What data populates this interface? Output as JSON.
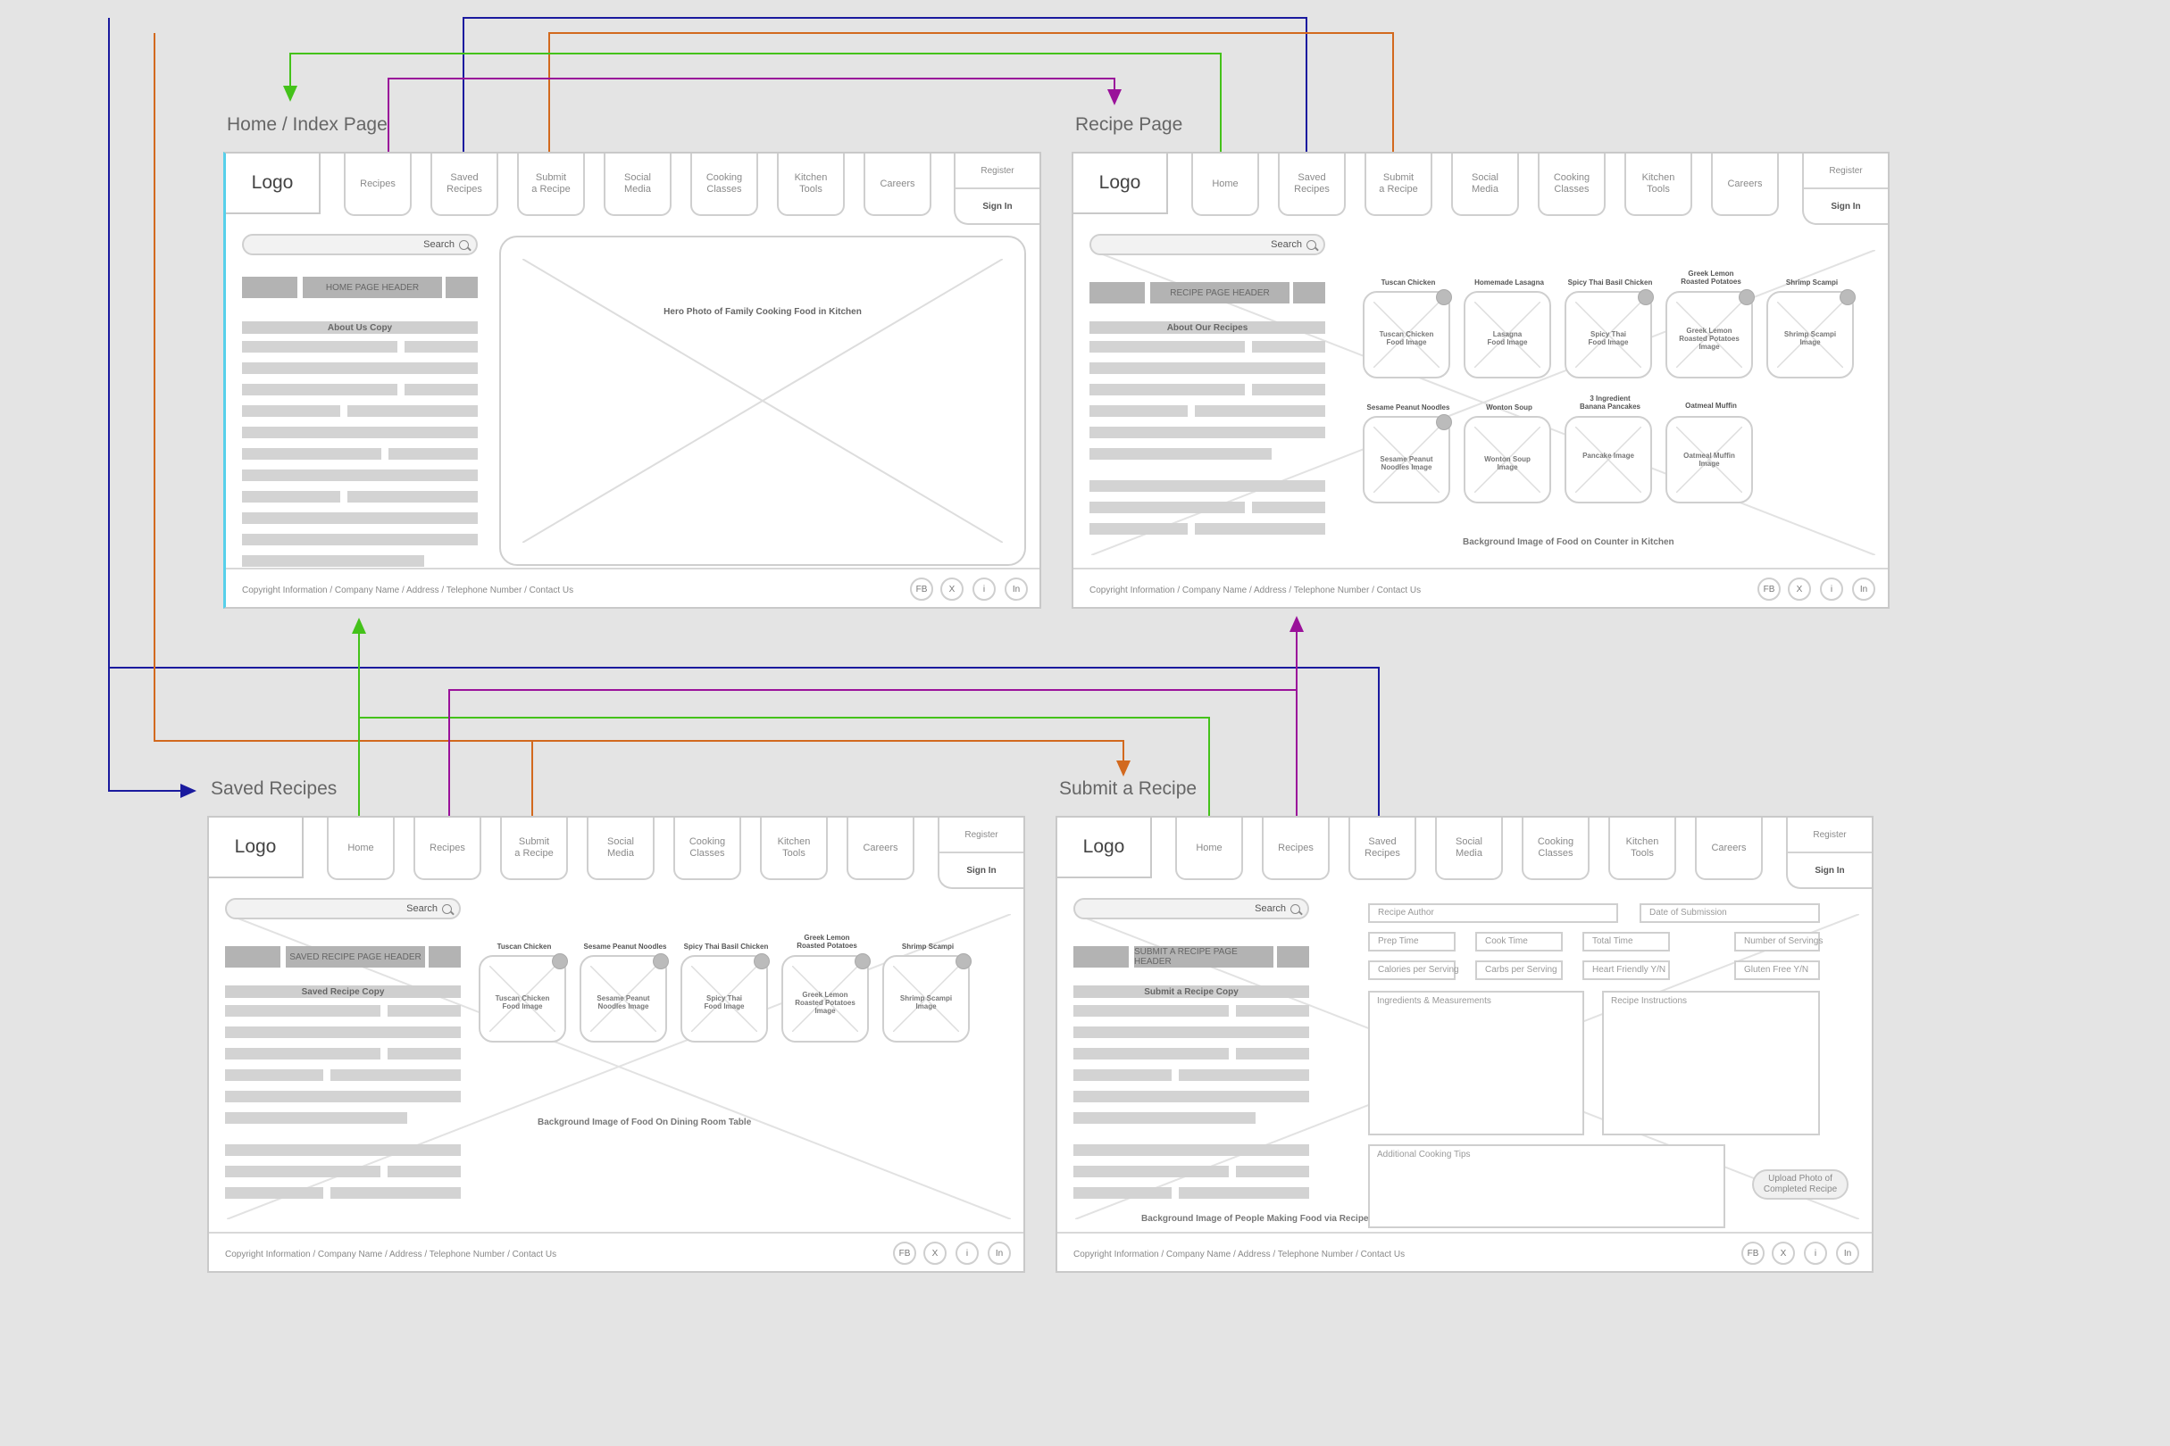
{
  "nav_common": {
    "logo": "Logo",
    "items": {
      "home": "Home",
      "recipes": "Recipes",
      "saved": "Saved\nRecipes",
      "submit": "Submit\na Recipe",
      "social": "Social\nMedia",
      "cooking": "Cooking\nClasses",
      "kitchen": "Kitchen\nTools",
      "careers": "Careers"
    },
    "register": "Register",
    "sign_in": "Sign In",
    "search": "Search"
  },
  "footer": {
    "text": "Copyright Information   /   Company Name   /   Address   /   Telephone Number   /   Contact Us",
    "social": [
      "FB",
      "X",
      "i",
      "In"
    ]
  },
  "pages": {
    "home": {
      "title": "Home / Index Page",
      "header": "HOME PAGE HEADER",
      "copy": "About Us Copy",
      "hero": "Hero Photo of Family Cooking Food in Kitchen"
    },
    "recipe": {
      "title": "Recipe Page",
      "header": "RECIPE PAGE HEADER",
      "copy": "About Our Recipes",
      "background": "Background Image of Food on Counter in Kitchen",
      "cards": [
        {
          "title": "Tuscan Chicken",
          "img": "Tuscan Chicken\nFood Image"
        },
        {
          "title": "Homemade Lasagna",
          "img": "Lasagna\nFood Image"
        },
        {
          "title": "Spicy Thai Basil Chicken",
          "img": "Spicy Thai\nFood Image"
        },
        {
          "title": "Greek Lemon\nRoasted Potatoes",
          "img": "Greek Lemon\nRoasted Potatoes\nImage"
        },
        {
          "title": "Shrimp Scampi",
          "img": "Shrimp Scampi\nImage"
        },
        {
          "title": "Sesame Peanut Noodles",
          "img": "Sesame Peanut\nNoodles Image"
        },
        {
          "title": "Wonton Soup",
          "img": "Wonton Soup\nImage"
        },
        {
          "title": "3 Ingredient\nBanana Pancakes",
          "img": "Pancake Image"
        },
        {
          "title": "Oatmeal Muffin",
          "img": "Oatmeal Muffin\nImage"
        }
      ]
    },
    "saved": {
      "title": "Saved Recipes",
      "header": "SAVED RECIPE PAGE HEADER",
      "copy": "Saved Recipe Copy",
      "background": "Background Image of Food On Dining Room Table",
      "cards": [
        {
          "title": "Tuscan Chicken",
          "img": "Tuscan Chicken\nFood Image"
        },
        {
          "title": "Sesame Peanut Noodles",
          "img": "Sesame Peanut\nNoodles Image"
        },
        {
          "title": "Spicy Thai Basil Chicken",
          "img": "Spicy Thai\nFood Image"
        },
        {
          "title": "Greek Lemon\nRoasted Potatoes",
          "img": "Greek Lemon\nRoasted Potatoes\nImage"
        },
        {
          "title": "Shrimp Scampi",
          "img": "Shrimp Scampi\nImage"
        }
      ]
    },
    "submit": {
      "title": "Submit a Recipe",
      "header": "SUBMIT A RECIPE PAGE HEADER",
      "copy": "Submit a Recipe Copy",
      "background": "Background Image of People Making Food via Recipe",
      "fields": {
        "author": "Recipe Author",
        "date": "Date of Submission",
        "prep": "Prep Time",
        "cook": "Cook Time",
        "total": "Total Time",
        "servings": "Number of Servings",
        "calories": "Calories per Serving",
        "carbs": "Carbs per Serving",
        "heart": "Heart Friendly Y/N",
        "gluten": "Gluten Free Y/N",
        "ingredients": "Ingredients & Measurements",
        "instructions": "Recipe Instructions",
        "tips": "Additional Cooking Tips",
        "upload": "Upload Photo of\nCompleted Recipe"
      }
    }
  },
  "colors": {
    "blue_link": "#1a1a9e",
    "orange_link": "#d2691e",
    "green_link": "#44c21a",
    "purple_link": "#9a119a",
    "highlight": "#57d0ea"
  }
}
